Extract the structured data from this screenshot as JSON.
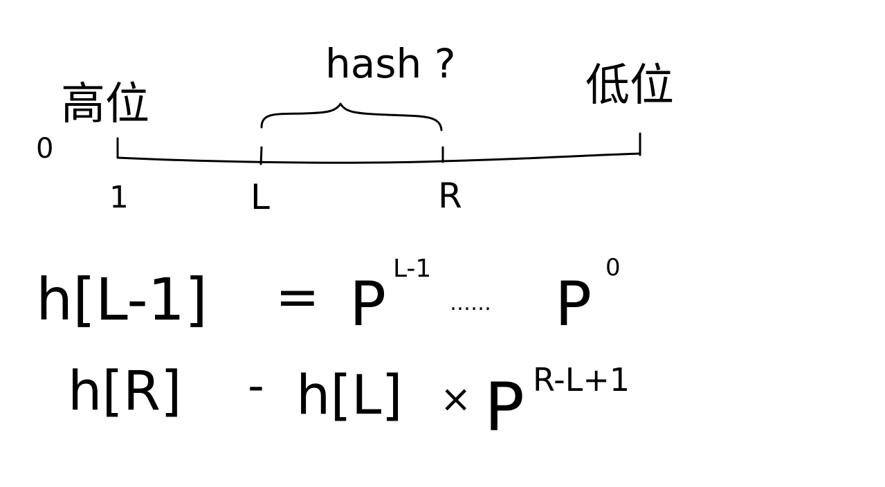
{
  "diagram": {
    "labels": {
      "high_bit": "高位",
      "low_bit": "低位",
      "hash_question": "hash ?",
      "zero": "0",
      "one": "1",
      "left": "L",
      "right": "R"
    },
    "formulas": {
      "line1": {
        "lhs": "h[L-1]",
        "eq": "=",
        "base_start": "P",
        "exp_start": "L-1",
        "ellipsis": "……",
        "base_end": "P",
        "exp_end": "0"
      },
      "line2": {
        "term1": "h[R]",
        "minus": "-",
        "term2": "h[L]",
        "times": "×",
        "base": "P",
        "exp": "R-L+1"
      }
    },
    "ink_color": "#000000",
    "background": "#ffffff"
  }
}
